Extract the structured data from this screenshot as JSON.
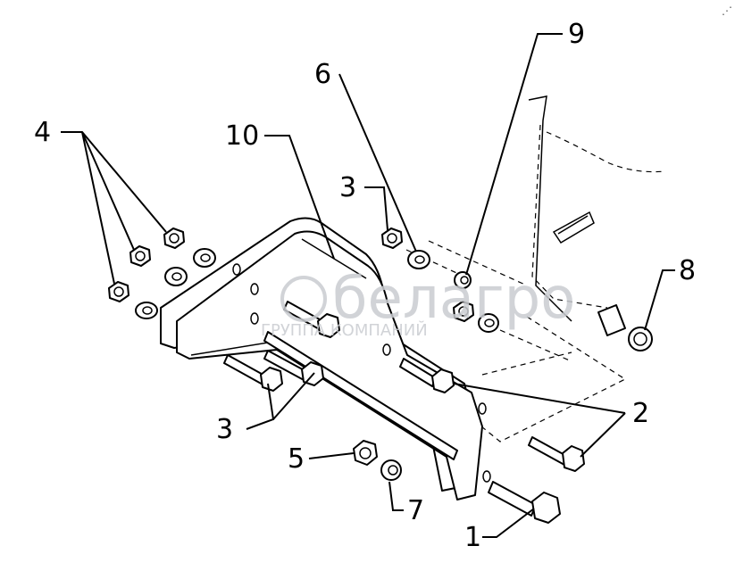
{
  "callouts": {
    "c1": "1",
    "c2": "2",
    "c3_top": "3",
    "c3_bottom": "3",
    "c4": "4",
    "c5": "5",
    "c6": "6",
    "c7": "7",
    "c8": "8",
    "c9": "9",
    "c10": "10"
  },
  "watermark": {
    "brand": "белагро",
    "subtitle": "ГРУППА КОМПАНИЙ"
  },
  "corner_mark": "⋰"
}
